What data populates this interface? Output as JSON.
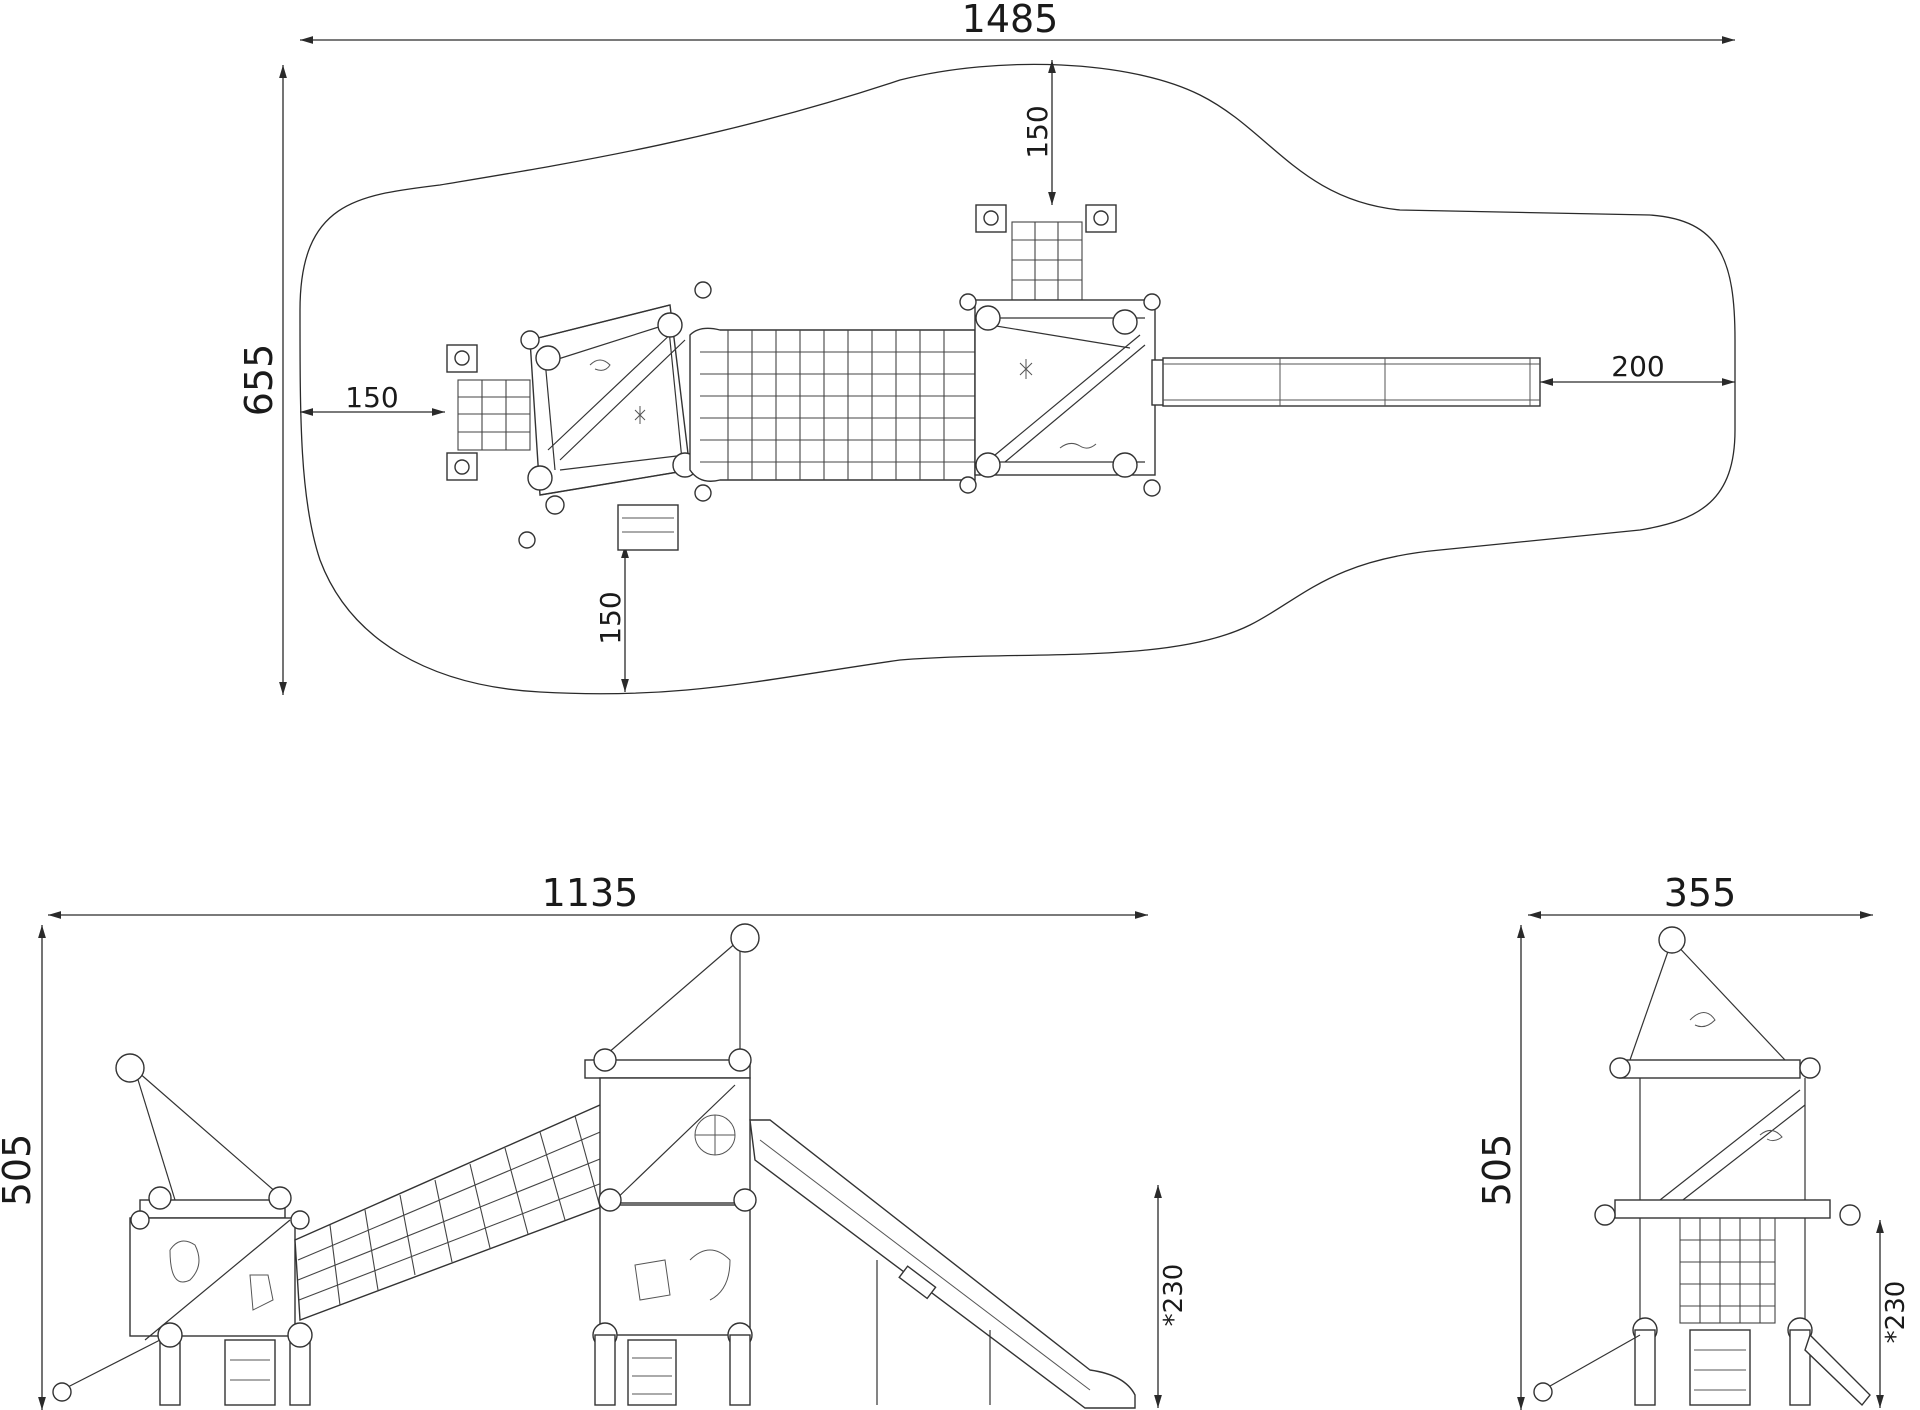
{
  "dimensions": {
    "plan_width": "1485",
    "plan_height": "655",
    "plan_clear_left": "150",
    "plan_clear_top": "150",
    "plan_clear_bottom": "150",
    "plan_clear_right": "200",
    "front_width": "1135",
    "front_height": "505",
    "front_fall_height": "*230",
    "side_width": "355",
    "side_height": "505",
    "side_fall_height": "*230"
  }
}
